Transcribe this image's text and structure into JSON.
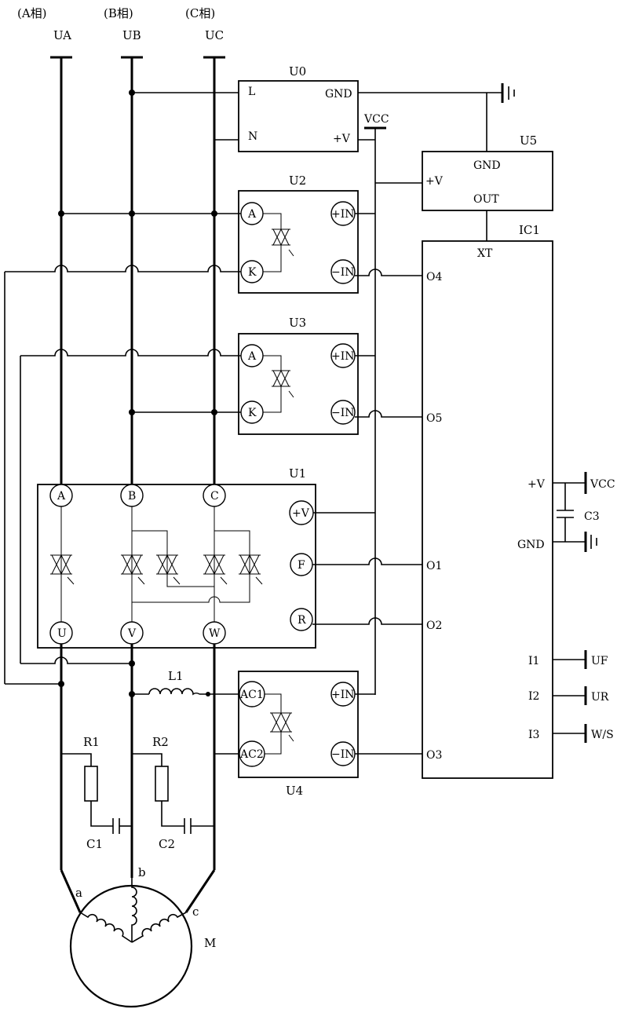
{
  "phases": [
    {
      "name": "(A相)",
      "label": "UA"
    },
    {
      "name": "(B相)",
      "label": "UB"
    },
    {
      "name": "(C相)",
      "label": "UC"
    }
  ],
  "modules": {
    "u0": {
      "name": "U0",
      "pins": {
        "l": "L",
        "n": "N",
        "gnd": "GND",
        "v": "+V"
      }
    },
    "u2": {
      "name": "U2",
      "pins": {
        "a": "A",
        "k": "K",
        "in_p": "+IN",
        "in_n": "−IN"
      }
    },
    "u3": {
      "name": "U3",
      "pins": {
        "a": "A",
        "k": "K",
        "in_p": "+IN",
        "in_n": "−IN"
      }
    },
    "u1": {
      "name": "U1",
      "pins": {
        "a": "A",
        "b": "B",
        "c": "C",
        "u": "U",
        "v": "V",
        "w": "W",
        "pv": "+V",
        "f": "F",
        "r": "R"
      }
    },
    "u4": {
      "name": "U4",
      "pins": {
        "ac1": "AC1",
        "ac2": "AC2",
        "in_p": "+IN",
        "in_n": "−IN"
      }
    },
    "u5": {
      "name": "U5",
      "pins": {
        "gnd": "GND",
        "v": "+V",
        "out": "OUT"
      }
    },
    "ic1": {
      "name": "IC1",
      "pins": {
        "xt": "XT",
        "o4": "O4",
        "o5": "O5",
        "o1": "O1",
        "o2": "O2",
        "o3": "O3",
        "pv": "+V",
        "gnd": "GND",
        "i1": "I1",
        "i2": "I2",
        "i3": "I3"
      }
    }
  },
  "nets": {
    "vcc_top": "VCC",
    "vcc_ic": "VCC",
    "uf": "UF",
    "ur": "UR",
    "ws": "W/S"
  },
  "components": {
    "r1": "R1",
    "r2": "R2",
    "c1": "C1",
    "c2": "C2",
    "c3": "C3",
    "l1": "L1"
  },
  "motor": {
    "label": "M",
    "terminals": {
      "a": "a",
      "b": "b",
      "c": "c"
    }
  }
}
